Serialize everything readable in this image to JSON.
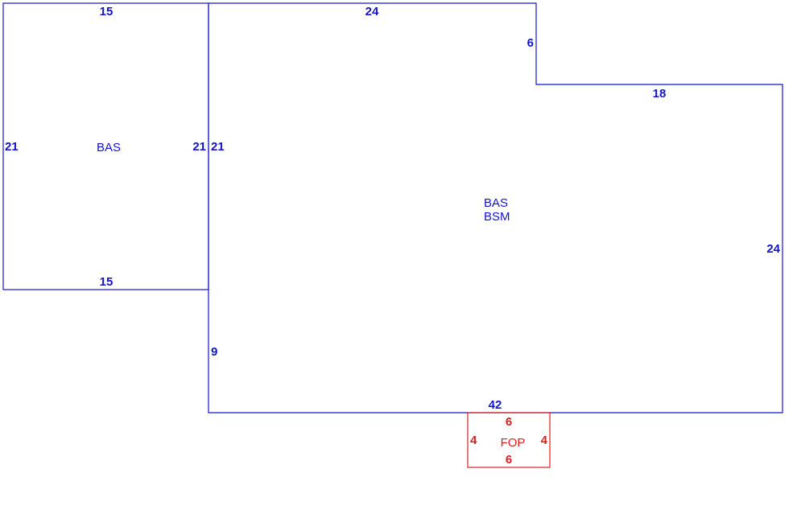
{
  "colors": {
    "main": "#1414c8",
    "porch": "#dc1e1e"
  },
  "areas": {
    "left_bas": {
      "label": "BAS",
      "dims": {
        "top": "15",
        "bottom": "15",
        "left": "21",
        "right": "21"
      }
    },
    "main": {
      "label_1": "BAS",
      "label_2": "BSM",
      "dims": {
        "top": "24",
        "notch_step": "6",
        "upper_right": "18",
        "left_upper": "21",
        "left_lower": "9",
        "right": "24",
        "bottom": "42"
      }
    },
    "porch": {
      "label": "FOP",
      "dims": {
        "top": "6",
        "bottom": "6",
        "left": "4",
        "right": "4"
      }
    }
  }
}
